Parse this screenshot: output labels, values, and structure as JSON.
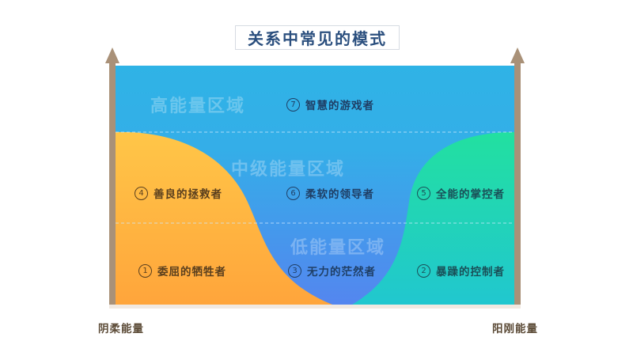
{
  "title": "关系中常见的模式",
  "zones": {
    "high": "高能量区域",
    "mid": "中级能量区域",
    "low": "低能量区域"
  },
  "roles": [
    {
      "num": "1",
      "label": "委屈的牺牲者",
      "zone": "low",
      "side": "yin"
    },
    {
      "num": "2",
      "label": "暴躁的控制者",
      "zone": "low",
      "side": "yang"
    },
    {
      "num": "3",
      "label": "无力的茫然者",
      "zone": "low",
      "side": "center"
    },
    {
      "num": "4",
      "label": "善良的拯救者",
      "zone": "mid",
      "side": "yin"
    },
    {
      "num": "5",
      "label": "全能的掌控者",
      "zone": "mid",
      "side": "yang"
    },
    {
      "num": "6",
      "label": "柔软的领导者",
      "zone": "mid",
      "side": "center"
    },
    {
      "num": "7",
      "label": "智慧的游戏者",
      "zone": "high",
      "side": "center"
    }
  ],
  "axes": {
    "left_label": "阴柔能量",
    "right_label": "阳刚能量",
    "left_arrow_icon": "arrow-up-icon",
    "right_arrow_icon": "arrow-up-icon"
  },
  "colors": {
    "high_zone": "#2fb3e6",
    "mid_zone": "#3a9ee8",
    "low_zone": "#5488ee",
    "yin_top": "#ffc446",
    "yin_bottom": "#ffa63c",
    "yang_top": "#22e0a2",
    "yang_bottom": "#20c8cc",
    "axis": "#a99178",
    "title_text": "#2b4f7e"
  }
}
